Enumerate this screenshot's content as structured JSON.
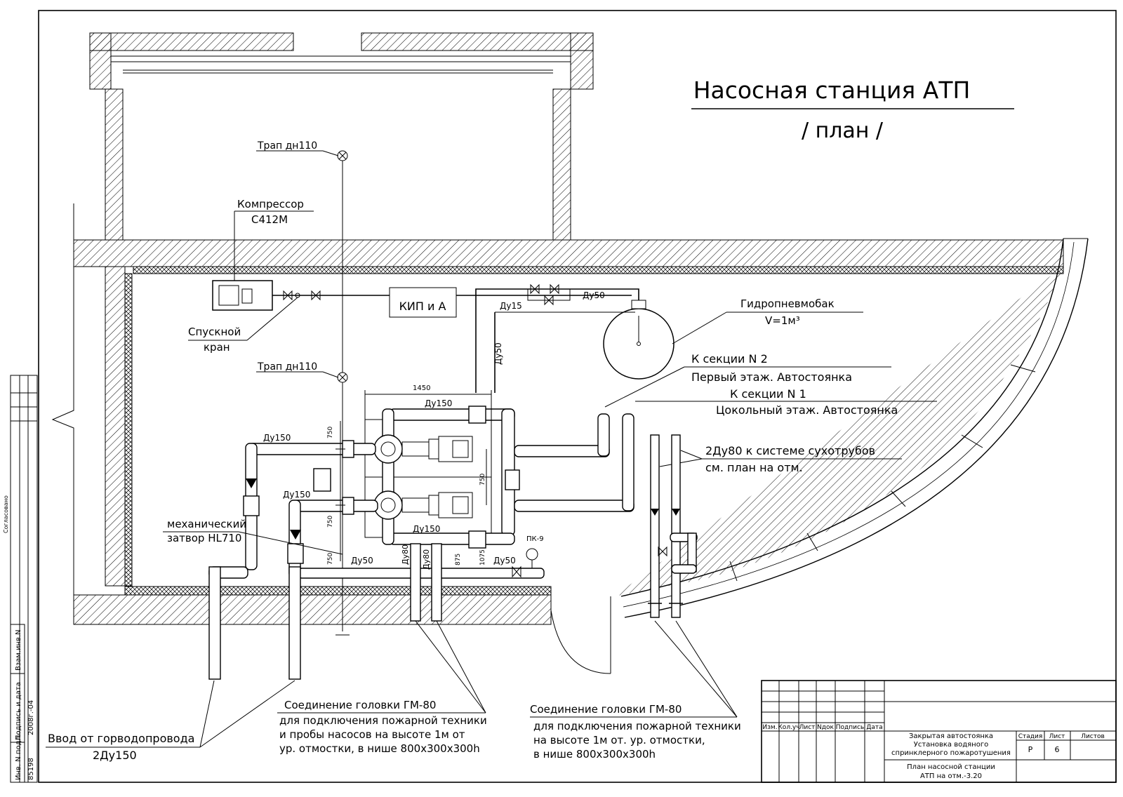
{
  "title": {
    "line1": "Насосная станция АТП",
    "line2": "/ план /"
  },
  "labels": {
    "trap1": "Трап дн110",
    "trap2": "Трап дн110",
    "compressor_1": "Компрессор",
    "compressor_2": "С412М",
    "kip": "КИП и А",
    "drain_1": "Спускной",
    "drain_2": "кран",
    "tank_1": "Гидропневмобак",
    "tank_2": "V=1м³",
    "sec2_1": "К секции N 2",
    "sec2_2": "Первый этаж. Автостоянка",
    "sec1_1": "К секции N 1",
    "sec1_2": "Цокольный этаж. Автостоянка",
    "dry_1": "2Ду80 к системе сухотрубов",
    "dry_2": "см. план на отм.",
    "mech_1": "механический",
    "mech_2": "затвор HL710",
    "inlet_1": "Ввод от горводопровода",
    "inlet_2": "2Ду150",
    "gm_a_title": "Соединение головки ГМ-80",
    "gm_a_1": "для подключения пожарной техники",
    "gm_a_2": "и пробы насосов на высоте 1м от",
    "gm_a_3": "ур. отмостки, в нише 800х300х300h",
    "gm_b_title": "Соединение головки ГМ-80",
    "gm_b_1": "для подключения пожарной техники",
    "gm_b_2": "на высоте 1м от. ур. отмостки,",
    "gm_b_3": "в нише 800х300х300h"
  },
  "pipe_labels": {
    "du15": "Ду15",
    "du50_top": "Ду50",
    "du50_vert": "Ду50",
    "du150_top": "Ду150",
    "du150_left": "Ду150",
    "du150_left2": "Ду150",
    "du150_bottom": "Ду150",
    "du50_low": "Ду50",
    "du50_low2": "Ду50",
    "du80_a": "Ду80",
    "du80_b": "Ду80",
    "pk": "ПК-9",
    "dim_1450": "1450",
    "dim_750a": "750",
    "dim_750b": "750",
    "dim_750c": "750",
    "dim_750d": "750",
    "dim_875": "875",
    "dim_1075": "1075"
  },
  "left_strip": {
    "agreed": "Согласовано",
    "inv": "Инв. N подл.",
    "sign": "Подпись и дата",
    "vzam": "Взам.инв.N",
    "inv_val": "85198",
    "date_val": "2008г.-04"
  },
  "stamp": {
    "headers": [
      "Изм.",
      "Кол.уч",
      "Лист",
      "Nдок",
      "Подпись",
      "Дата"
    ],
    "project_1": "Закрытая автостоянка",
    "project_2": "Установка водяного",
    "project_3": "спринклерного пожаротушения",
    "drawing_1": "План насосной станции",
    "drawing_2": "АТП на отм.-3.20",
    "stage_h": "Стадия",
    "sheet_h": "Лист",
    "sheets_h": "Листов",
    "stage": "Р",
    "sheet": "6"
  }
}
